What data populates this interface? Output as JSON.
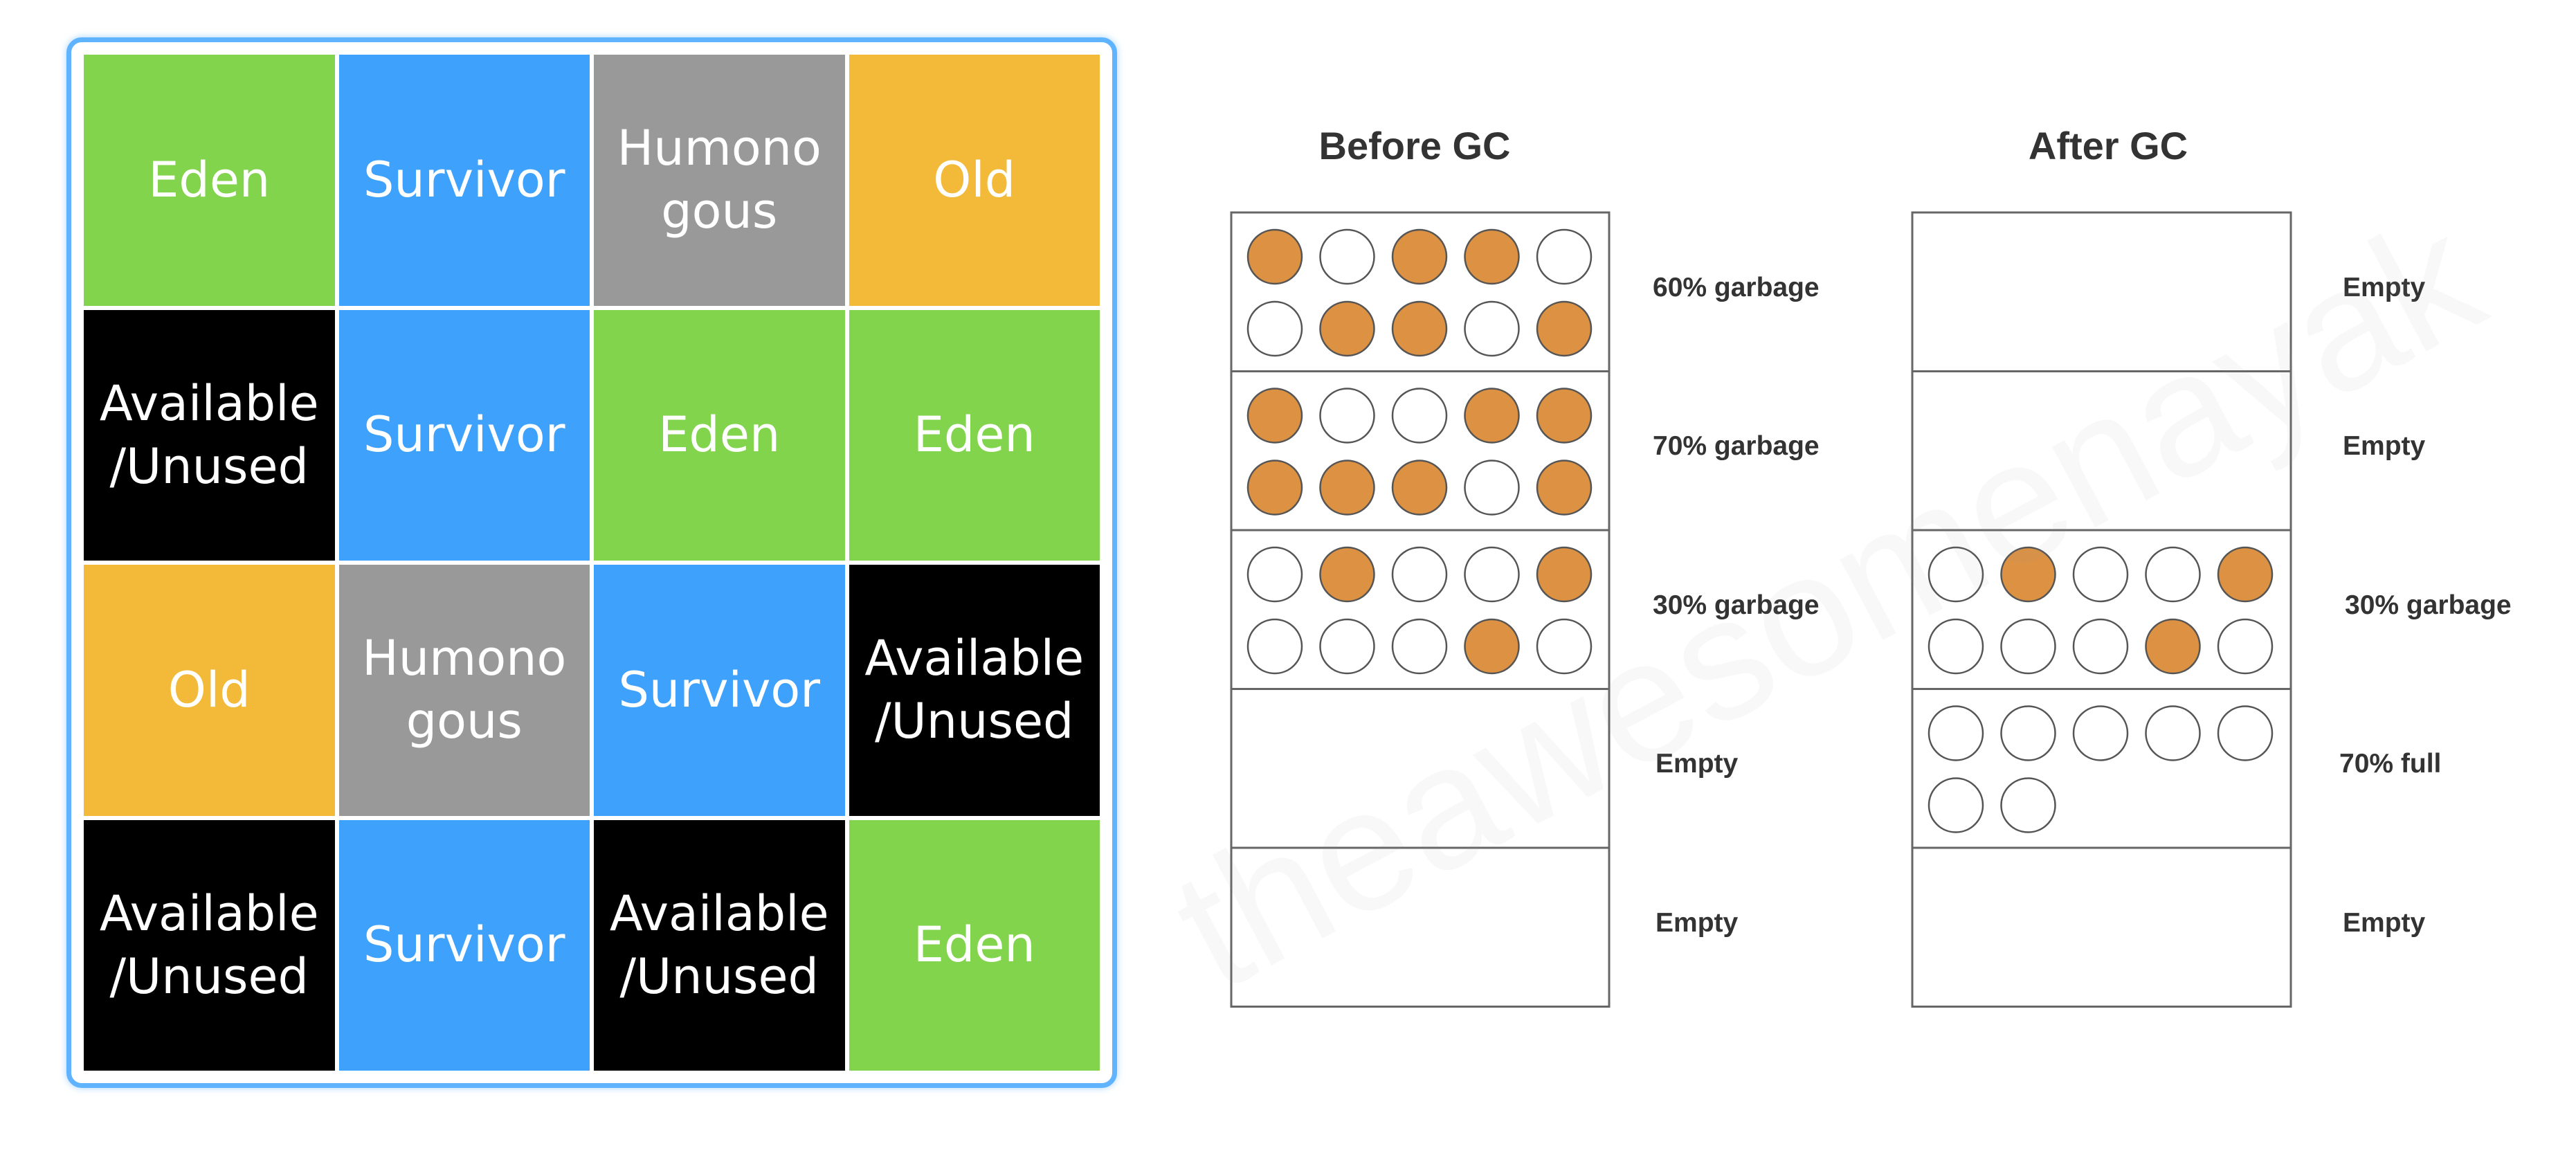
{
  "colors": {
    "Eden": "#82d44d",
    "Survivor": "#3ea1fb",
    "Humongous": "#999999",
    "Old": "#f3ba39",
    "Available": "#000000",
    "map_border": "#5fb3ff",
    "garbage_fill": "#dc9143",
    "object_stroke": "#555555",
    "box_border": "#666666"
  },
  "region_map": {
    "cells": [
      {
        "type": "Eden",
        "label": "Eden"
      },
      {
        "type": "Survivor",
        "label": "Survivor"
      },
      {
        "type": "Humongous",
        "label": "Humono\ngous"
      },
      {
        "type": "Old",
        "label": "Old"
      },
      {
        "type": "Available",
        "label": "Available\n/Unused"
      },
      {
        "type": "Survivor",
        "label": "Survivor"
      },
      {
        "type": "Eden",
        "label": "Eden"
      },
      {
        "type": "Eden",
        "label": "Eden"
      },
      {
        "type": "Old",
        "label": "Old"
      },
      {
        "type": "Humongous",
        "label": "Humono\ngous"
      },
      {
        "type": "Survivor",
        "label": "Survivor"
      },
      {
        "type": "Available",
        "label": "Available\n/Unused"
      },
      {
        "type": "Available",
        "label": "Available\n/Unused"
      },
      {
        "type": "Survivor",
        "label": "Survivor"
      },
      {
        "type": "Available",
        "label": "Available\n/Unused"
      },
      {
        "type": "Eden",
        "label": "Eden"
      }
    ]
  },
  "before_gc": {
    "title": "Before GC",
    "regions": [
      {
        "label": "60% garbage",
        "objects": [
          [
            1,
            0,
            1,
            1,
            0
          ],
          [
            0,
            1,
            1,
            0,
            1
          ]
        ]
      },
      {
        "label": "70% garbage",
        "objects": [
          [
            1,
            0,
            0,
            1,
            1
          ],
          [
            1,
            1,
            1,
            0,
            1
          ]
        ]
      },
      {
        "label": "30% garbage",
        "objects": [
          [
            0,
            1,
            0,
            0,
            1
          ],
          [
            0,
            0,
            0,
            1,
            0
          ]
        ]
      },
      {
        "label": "Empty",
        "objects": []
      },
      {
        "label": "Empty",
        "objects": []
      }
    ]
  },
  "after_gc": {
    "title": "After GC",
    "regions": [
      {
        "label": "Empty",
        "objects": []
      },
      {
        "label": "Empty",
        "objects": []
      },
      {
        "label": "30% garbage",
        "objects": [
          [
            0,
            1,
            0,
            0,
            1
          ],
          [
            0,
            0,
            0,
            1,
            0
          ]
        ]
      },
      {
        "label": "70% full",
        "objects": [
          [
            0,
            0,
            0,
            0,
            0
          ],
          [
            0,
            0
          ]
        ]
      },
      {
        "label": "Empty",
        "objects": []
      }
    ]
  },
  "watermark": "theawesomenayak"
}
